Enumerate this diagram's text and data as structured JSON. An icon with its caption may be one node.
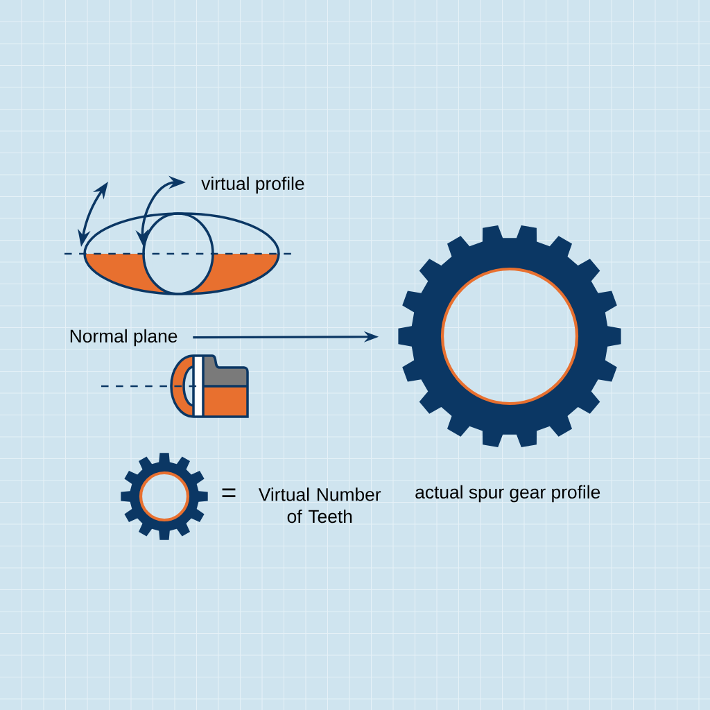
{
  "diagram": {
    "nodes": [
      {
        "text": [
          "Normal plane"
        ]
      },
      {
        "text": [],
        "shape": "circle"
      }
    ],
    "edges": [
      {
        "from": 0,
        "to": 1,
        "arrow": "to"
      }
    ],
    "labels": [
      "virtual profile",
      "=",
      "Virtual Number of Teeth",
      "actual spur gear profile"
    ]
  }
}
